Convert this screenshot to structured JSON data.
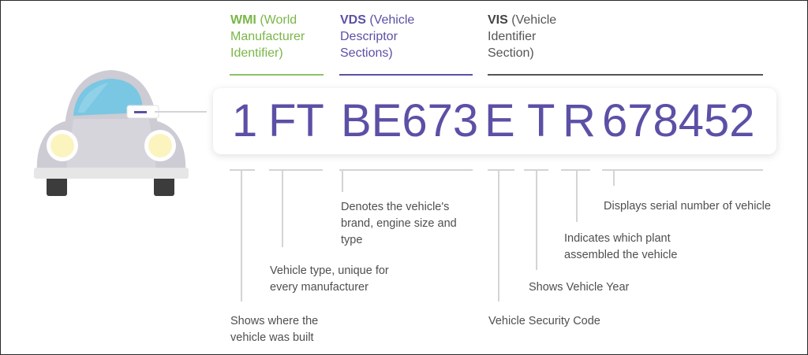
{
  "sections": {
    "wmi": {
      "abbr": "WMI",
      "rest": " (World Manufacturer Identifier)",
      "color": "#7ab648"
    },
    "vds": {
      "abbr": "VDS",
      "rest": " (Vehicle Descriptor Sections)",
      "color": "#5b50a6"
    },
    "vis": {
      "abbr": "VIS",
      "rest": " (Vehicle Identifier Section)",
      "color": "#444444"
    }
  },
  "vin": {
    "chars": [
      "1",
      "FT",
      "BE673",
      "E",
      "T",
      "R",
      "678452"
    ],
    "color": "#5b50a6"
  },
  "descriptions": {
    "built": "Shows where the vehicle was built",
    "type": "Vehicle type, unique for every manufacturer",
    "brand": "Denotes the vehicle's brand, engine size and type",
    "security": "Vehicle Security Code",
    "year": "Shows Vehicle Year",
    "plant": "Indicates which plant assembled the vehicle",
    "serial": "Displays serial number of vehicle"
  },
  "illustration": {
    "icon": "car-icon",
    "body_color": "#cdcbd3",
    "window_color": "#79c7e3",
    "headlight_color": "#fbf4bf"
  }
}
